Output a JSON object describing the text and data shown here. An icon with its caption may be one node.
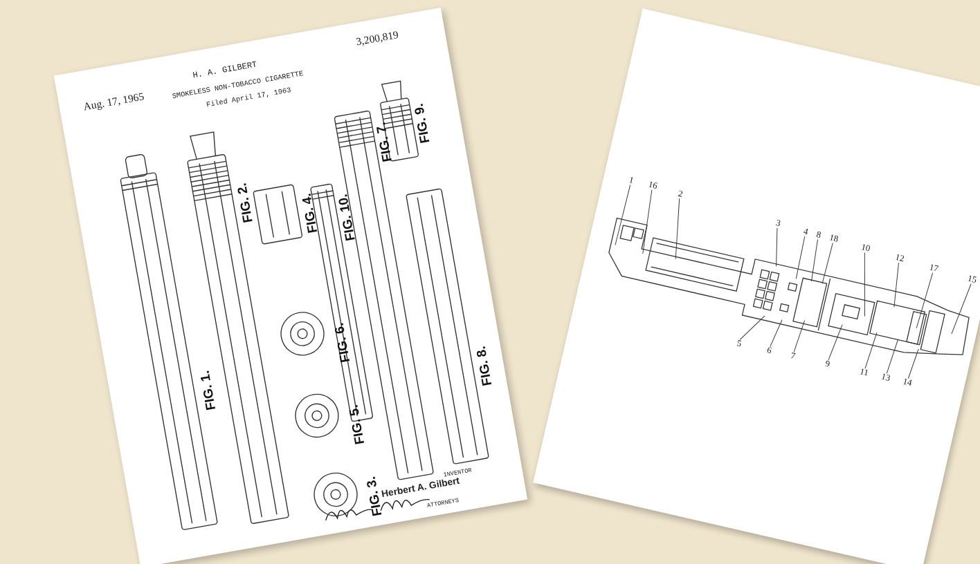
{
  "diagram": {
    "nodes": [
      {
        "text": [
          "1"
        ]
      },
      {
        "text": [
          "16"
        ]
      },
      {
        "text": [
          "2"
        ]
      },
      {
        "text": [
          "3"
        ]
      },
      {
        "text": [
          "4"
        ]
      },
      {
        "text": [
          "8"
        ]
      },
      {
        "text": [
          "18"
        ]
      },
      {
        "text": [
          "10"
        ]
      },
      {
        "text": [
          "12"
        ]
      },
      {
        "text": [
          "17"
        ]
      },
      {
        "text": [
          "15"
        ]
      },
      {
        "text": [
          "5"
        ]
      },
      {
        "text": [
          "6"
        ]
      },
      {
        "text": [
          "7"
        ]
      },
      {
        "text": [
          "9"
        ]
      },
      {
        "text": [
          "11"
        ]
      },
      {
        "text": [
          "13"
        ]
      },
      {
        "text": [
          "14"
        ]
      }
    ],
    "edges": [
      {
        "from": 0,
        "to": null,
        "arrow": "none"
      },
      {
        "from": 1,
        "to": null,
        "arrow": "none"
      },
      {
        "from": 2,
        "to": null,
        "arrow": "none"
      },
      {
        "from": 3,
        "to": null,
        "arrow": "none"
      },
      {
        "from": 4,
        "to": null,
        "arrow": "none"
      },
      {
        "from": 5,
        "to": null,
        "arrow": "none"
      },
      {
        "from": 6,
        "to": null,
        "arrow": "none"
      },
      {
        "from": 7,
        "to": null,
        "arrow": "none"
      },
      {
        "from": 8,
        "to": null,
        "arrow": "none"
      },
      {
        "from": 9,
        "to": null,
        "arrow": "none"
      },
      {
        "from": 10,
        "to": null,
        "arrow": "none"
      },
      {
        "from": 11,
        "to": null,
        "arrow": "none"
      },
      {
        "from": 12,
        "to": null,
        "arrow": "none"
      },
      {
        "from": 13,
        "to": null,
        "arrow": "none"
      },
      {
        "from": 14,
        "to": null,
        "arrow": "none"
      },
      {
        "from": 15,
        "to": null,
        "arrow": "none"
      },
      {
        "from": 16,
        "to": null,
        "arrow": "none"
      },
      {
        "from": 17,
        "to": null,
        "arrow": "none"
      }
    ],
    "labels": [
      "Aug. 17, 1965",
      "H. A. GILBERT",
      "3,200,819",
      "SMOKELESS NON-TOBACCO CIGARETTE",
      "Filed April 17, 1963",
      "FIG. 1.",
      "FIG. 2.",
      "FIG. 3.",
      "FIG. 4.",
      "FIG. 5.",
      "FIG. 6.",
      "FIG. 7.",
      "FIG. 8.",
      "FIG. 9.",
      "FIG. 10.",
      "INVENTOR",
      "Herbert A. Gilbert",
      "ATTORNEYS"
    ]
  }
}
